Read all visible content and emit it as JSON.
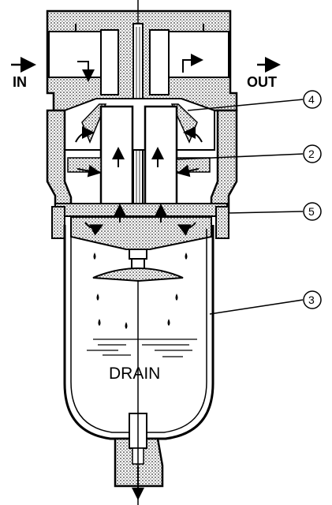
{
  "labels": {
    "inlet": "IN",
    "outlet": "OUT",
    "drain": "DRAIN"
  },
  "callouts": [
    "4",
    "2",
    "5",
    "3"
  ],
  "colors": {
    "ink": "#000000",
    "paper": "#ffffff",
    "hatch": "#5a5a5a"
  }
}
